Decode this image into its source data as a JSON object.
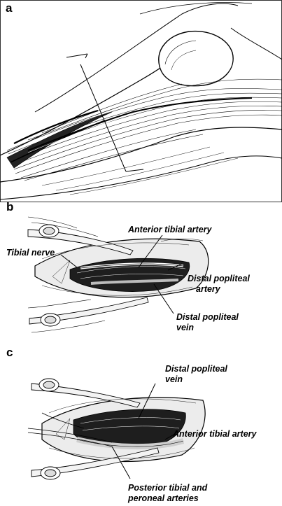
{
  "panels": {
    "a": {
      "letter": "a"
    },
    "b": {
      "letter": "b",
      "labels": {
        "anterior_tibial_artery": "Anterior tibial artery",
        "tibial_nerve": "Tibial nerve",
        "distal_popliteal_artery_1": "Distal popliteal",
        "distal_popliteal_artery_2": "artery",
        "distal_popliteal_vein_1": "Distal popliteal",
        "distal_popliteal_vein_2": "vein"
      }
    },
    "c": {
      "letter": "c",
      "labels": {
        "distal_popliteal_vein_1": "Distal popliteal",
        "distal_popliteal_vein_2": "vein",
        "anterior_tibial_artery": "Anterior tibial artery",
        "posterior_tibial_1": "Posterior tibial and",
        "posterior_tibial_2": "peroneal arteries"
      }
    }
  },
  "colors": {
    "ink": "#000000",
    "paper": "#ffffff",
    "shade": "#3a3a3a",
    "light": "#d8d8d8"
  }
}
